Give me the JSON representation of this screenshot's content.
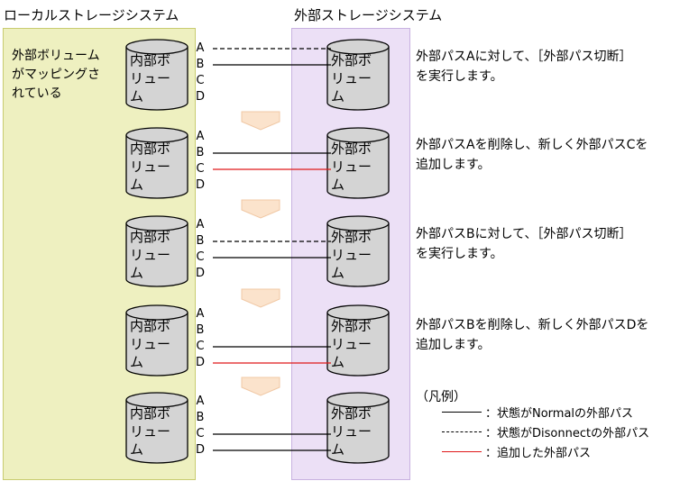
{
  "titles": {
    "local": "ローカルストレージシステム",
    "external": "外部ストレージシステム"
  },
  "mapping_note": "外部ボリューム\nがマッピングさ\nれている",
  "internal_volume_label": [
    "内部ボ",
    "リュー",
    "ム"
  ],
  "external_volume_label": [
    "外部ボ",
    "リュー",
    "ム"
  ],
  "path_letters": [
    "A",
    "B",
    "C",
    "D"
  ],
  "steps": [
    {
      "paths": {
        "A": "disconnect",
        "B": "normal"
      },
      "note": [
        "外部パスAに対して、［外部パス切断］",
        "を実行します。"
      ]
    },
    {
      "paths": {
        "B": "normal",
        "C": "added"
      },
      "note": [
        "外部パスAを削除し、新しく外部パスCを",
        "追加します。"
      ]
    },
    {
      "paths": {
        "B": "disconnect",
        "C": "normal"
      },
      "note": [
        "外部パスBに対して、［外部パス切断］",
        "を実行します。"
      ]
    },
    {
      "paths": {
        "C": "normal",
        "D": "added"
      },
      "note": [
        "外部パスBを削除し、新しく外部パスDを",
        "追加します。"
      ]
    },
    {
      "paths": {
        "C": "normal",
        "D": "normal"
      },
      "note": []
    }
  ],
  "legend": {
    "title": "（凡例）",
    "items": [
      {
        "style": "normal",
        "label": "：状態がNormalの外部パス"
      },
      {
        "style": "disconnect",
        "label": "：状態がDisonnectの外部パス"
      },
      {
        "style": "added",
        "label": "：追加した外部パス"
      }
    ]
  },
  "colors": {
    "local_panel": "#eef0c0",
    "local_border": "#c8cc70",
    "external_panel": "#ece0f6",
    "external_border": "#c8b2e0",
    "cylinder_fill": "#d4d4d4",
    "arrow_fill": "#fbe3cc",
    "arrow_stroke": "#f0c8a4",
    "added_path": "#e0191b"
  }
}
